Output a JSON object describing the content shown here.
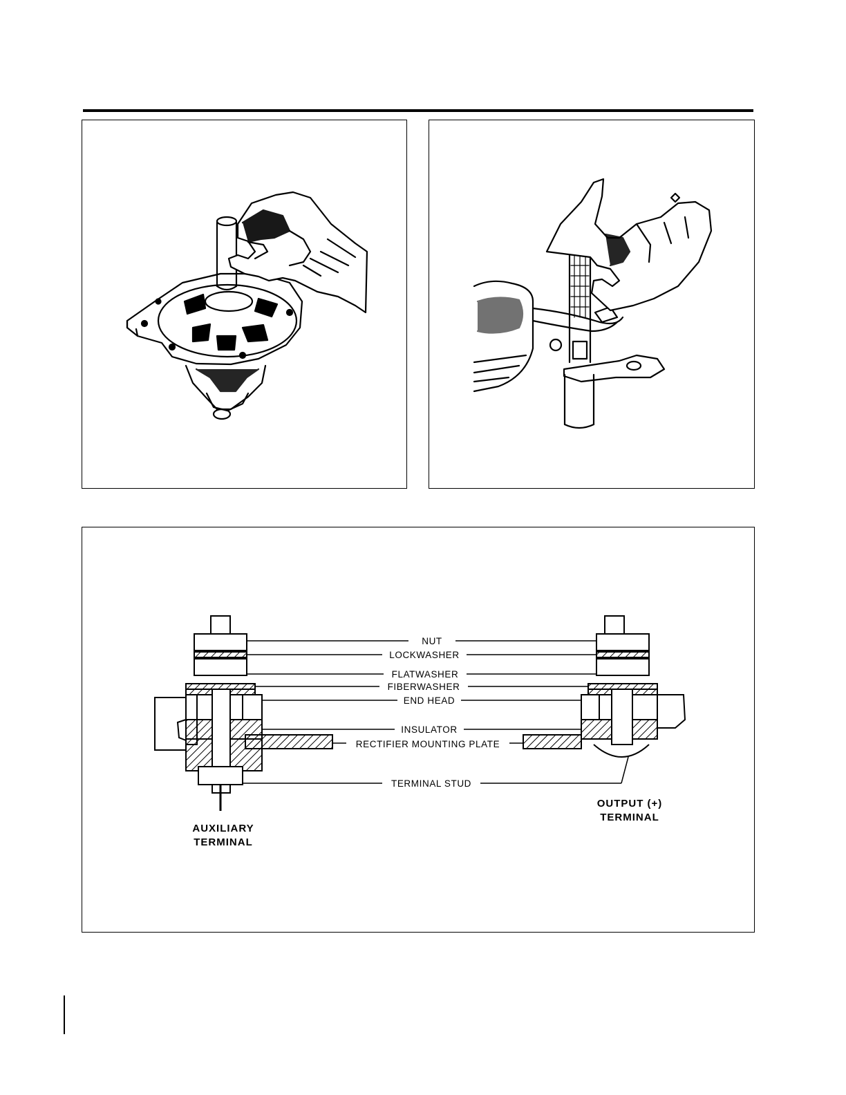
{
  "colors": {
    "ink": "#000000",
    "paper": "#ffffff"
  },
  "figures": {
    "left": {
      "depicts": "hand-holding-drift-on-end-frame-bearing"
    },
    "right": {
      "depicts": "hand-holding-tool-at-stator-lead-terminal"
    },
    "bottom": {
      "labels": {
        "nut": "NUT",
        "lockwasher": "LOCKWASHER",
        "flatwasher": "FLATWASHER",
        "fiberwasher": "FIBERWASHER",
        "end_head": "END HEAD",
        "insulator": "INSULATOR",
        "rectifier_plate": "RECTIFIER MOUNTING PLATE",
        "terminal_stud": "TERMINAL STUD"
      },
      "aux_terminal": [
        "AUXILIARY",
        "TERMINAL"
      ],
      "output_terminal": [
        "OUTPUT (+)",
        "TERMINAL"
      ]
    }
  }
}
